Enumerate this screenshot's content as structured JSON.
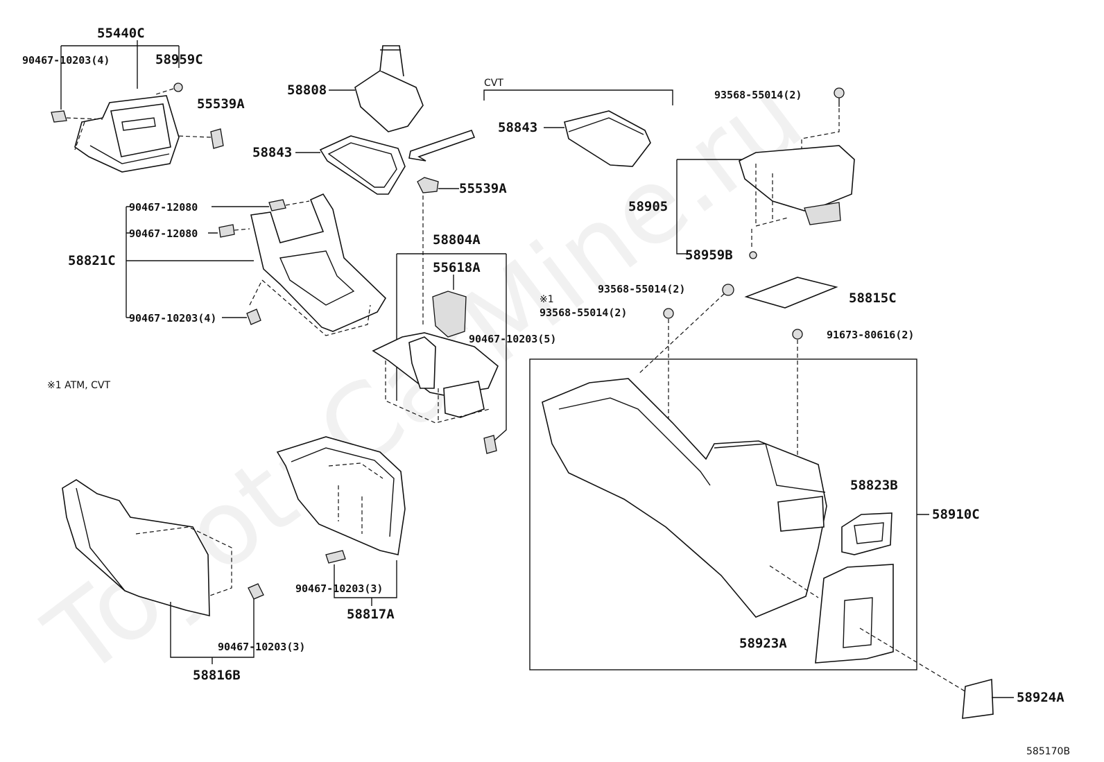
{
  "watermark": "ToyotaCarMine.ru",
  "diagram_id": "585170B",
  "footnote": "※1 ATM, CVT",
  "cvt_label": "CVT",
  "marker_1": "※1",
  "labels": {
    "p55440C": "55440C",
    "p90467_10203_4_a": "90467-10203(4)",
    "p58959C": "58959C",
    "p55539A_a": "55539A",
    "p58808": "58808",
    "p58843_a": "58843",
    "p58843_b": "58843",
    "p55539A_b": "55539A",
    "p93568_55014_a": "93568-55014(2)",
    "p58905": "58905",
    "p58959B": "58959B",
    "p90467_12080_a": "90467-12080",
    "p90467_12080_b": "90467-12080",
    "p58821C": "58821C",
    "p90467_10203_4_b": "90467-10203(4)",
    "p58804A": "58804A",
    "p55618A": "55618A",
    "p90467_10203_5": "90467-10203(5)",
    "p93568_55014_b": "93568-55014(2)",
    "p93568_55014_c": "93568-55014(2)",
    "p58815C": "58815C",
    "p91673_80616": "91673-80616(2)",
    "p58823B": "58823B",
    "p58910C": "58910C",
    "p58923A": "58923A",
    "p58924A": "58924A",
    "p90467_10203_3_a": "90467-10203(3)",
    "p58817A": "58817A",
    "p90467_10203_3_b": "90467-10203(3)",
    "p58816B": "58816B"
  }
}
